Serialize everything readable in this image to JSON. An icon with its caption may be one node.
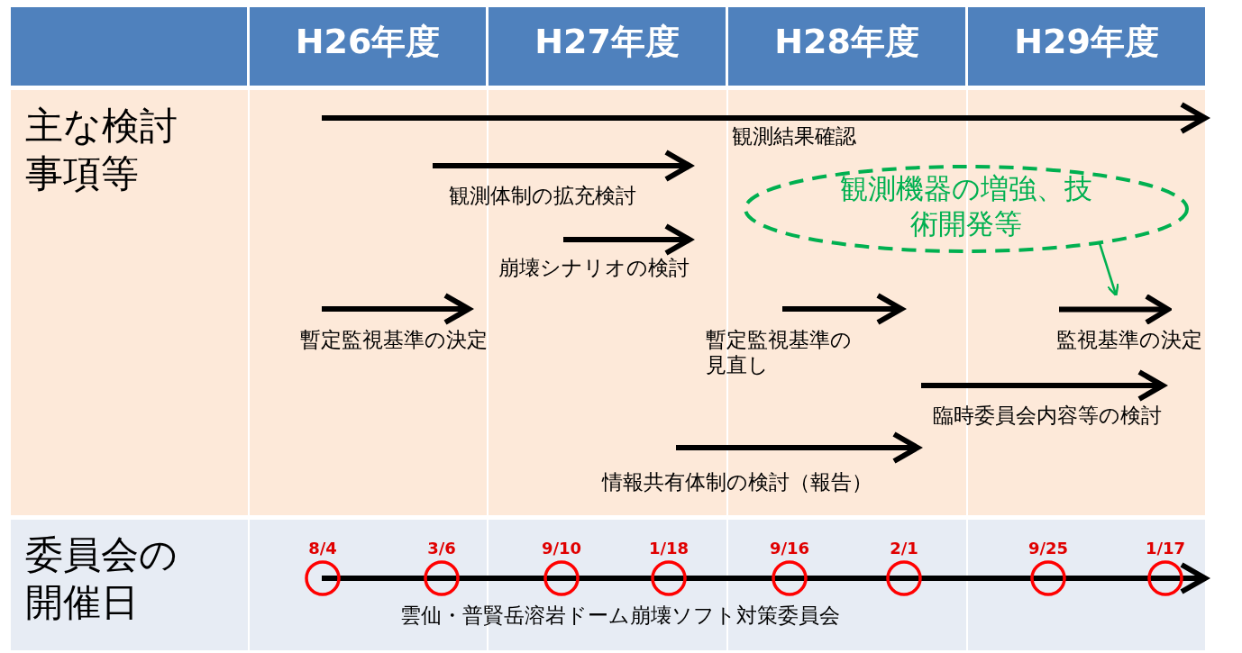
{
  "diagram": {
    "nodes": [
      {
        "text": [
          "観測機器の増強、技術開発等"
        ]
      },
      {
        "text": [],
        "shape": "arrow",
        "beside": [
          "監視基準の決定"
        ]
      }
    ],
    "edges": [
      {
        "from": 0,
        "to": 1,
        "arrow": "to",
        "color": "#00b050"
      }
    ],
    "labels": [
      "H26年度",
      "H27年度",
      "H28年度",
      "H29年度",
      "主な検討事項等",
      "観測結果確認",
      "観測体制の拡充検討",
      "崩壊シナリオの検討",
      "暫定監視基準の決定",
      "暫定監視基準の見直し",
      "臨時委員会内容等の検討",
      "情報共有体制の検討（報告）",
      "委員会の開催日",
      "8/4",
      "3/6",
      "9/10",
      "1/18",
      "9/16",
      "2/1",
      "9/25",
      "1/17",
      "雲仙・普賢岳溶岩ドーム崩壊ソフト対策委員会"
    ]
  }
}
